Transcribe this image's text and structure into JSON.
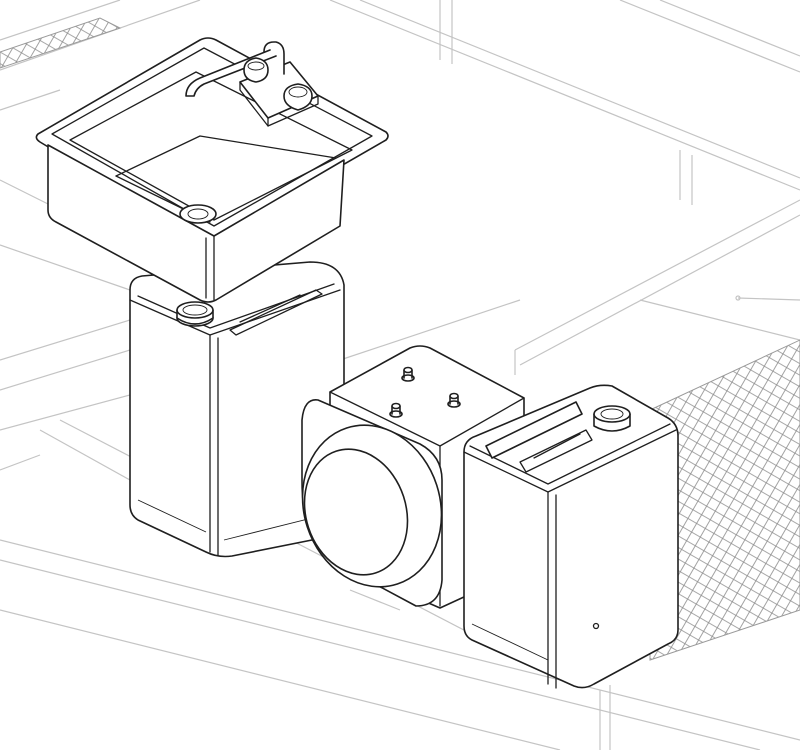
{
  "drawing": {
    "style": "isometric line drawing",
    "line_color": "#1f1f1f",
    "frame_color": "#c4c4c4",
    "background": "#ffffff"
  },
  "components": [
    {
      "name": "sink-basin",
      "icon": "sink-icon"
    },
    {
      "name": "faucet",
      "icon": "faucet-icon"
    },
    {
      "name": "fresh-water-jerrycan",
      "icon": "jerrycan-icon"
    },
    {
      "name": "water-heater",
      "icon": "water-heater-icon"
    },
    {
      "name": "waste-water-jerrycan",
      "icon": "jerrycan-icon"
    }
  ]
}
